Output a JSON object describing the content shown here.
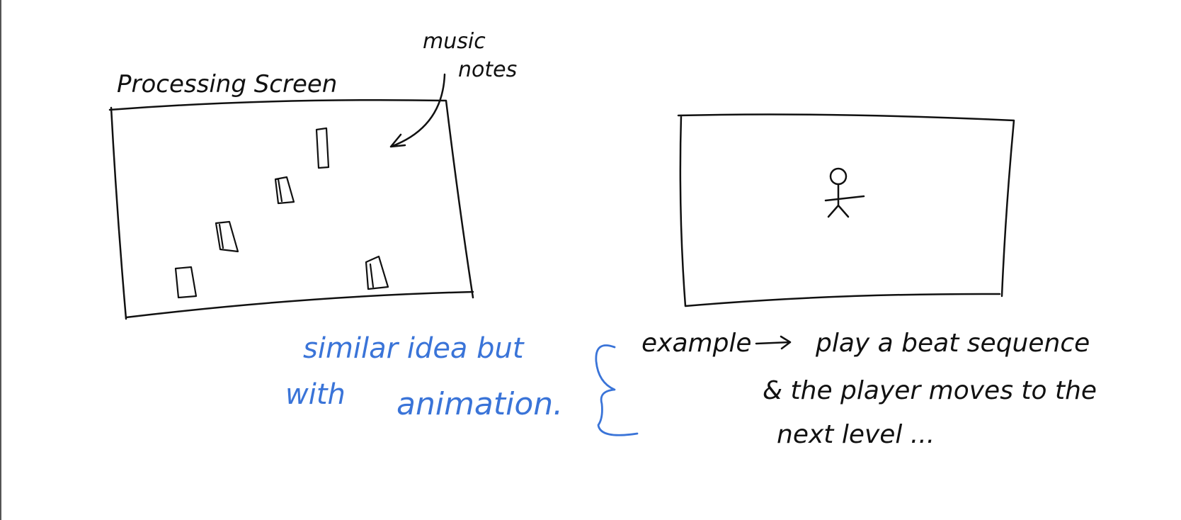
{
  "labels": {
    "processing_screen": "Processing Screen",
    "music_notes_line1": "music",
    "music_notes_line2": "notes"
  },
  "notes": {
    "similar_line1": "similar idea but",
    "similar_line2": "with",
    "similar_line3": "animation.",
    "example_line1_a": "example",
    "example_line1_b": "play a beat sequence",
    "example_line2": "& the player moves to the",
    "example_line3": "next   level ..."
  },
  "colors": {
    "ink_black": "#111111",
    "ink_blue": "#3a74d8"
  }
}
